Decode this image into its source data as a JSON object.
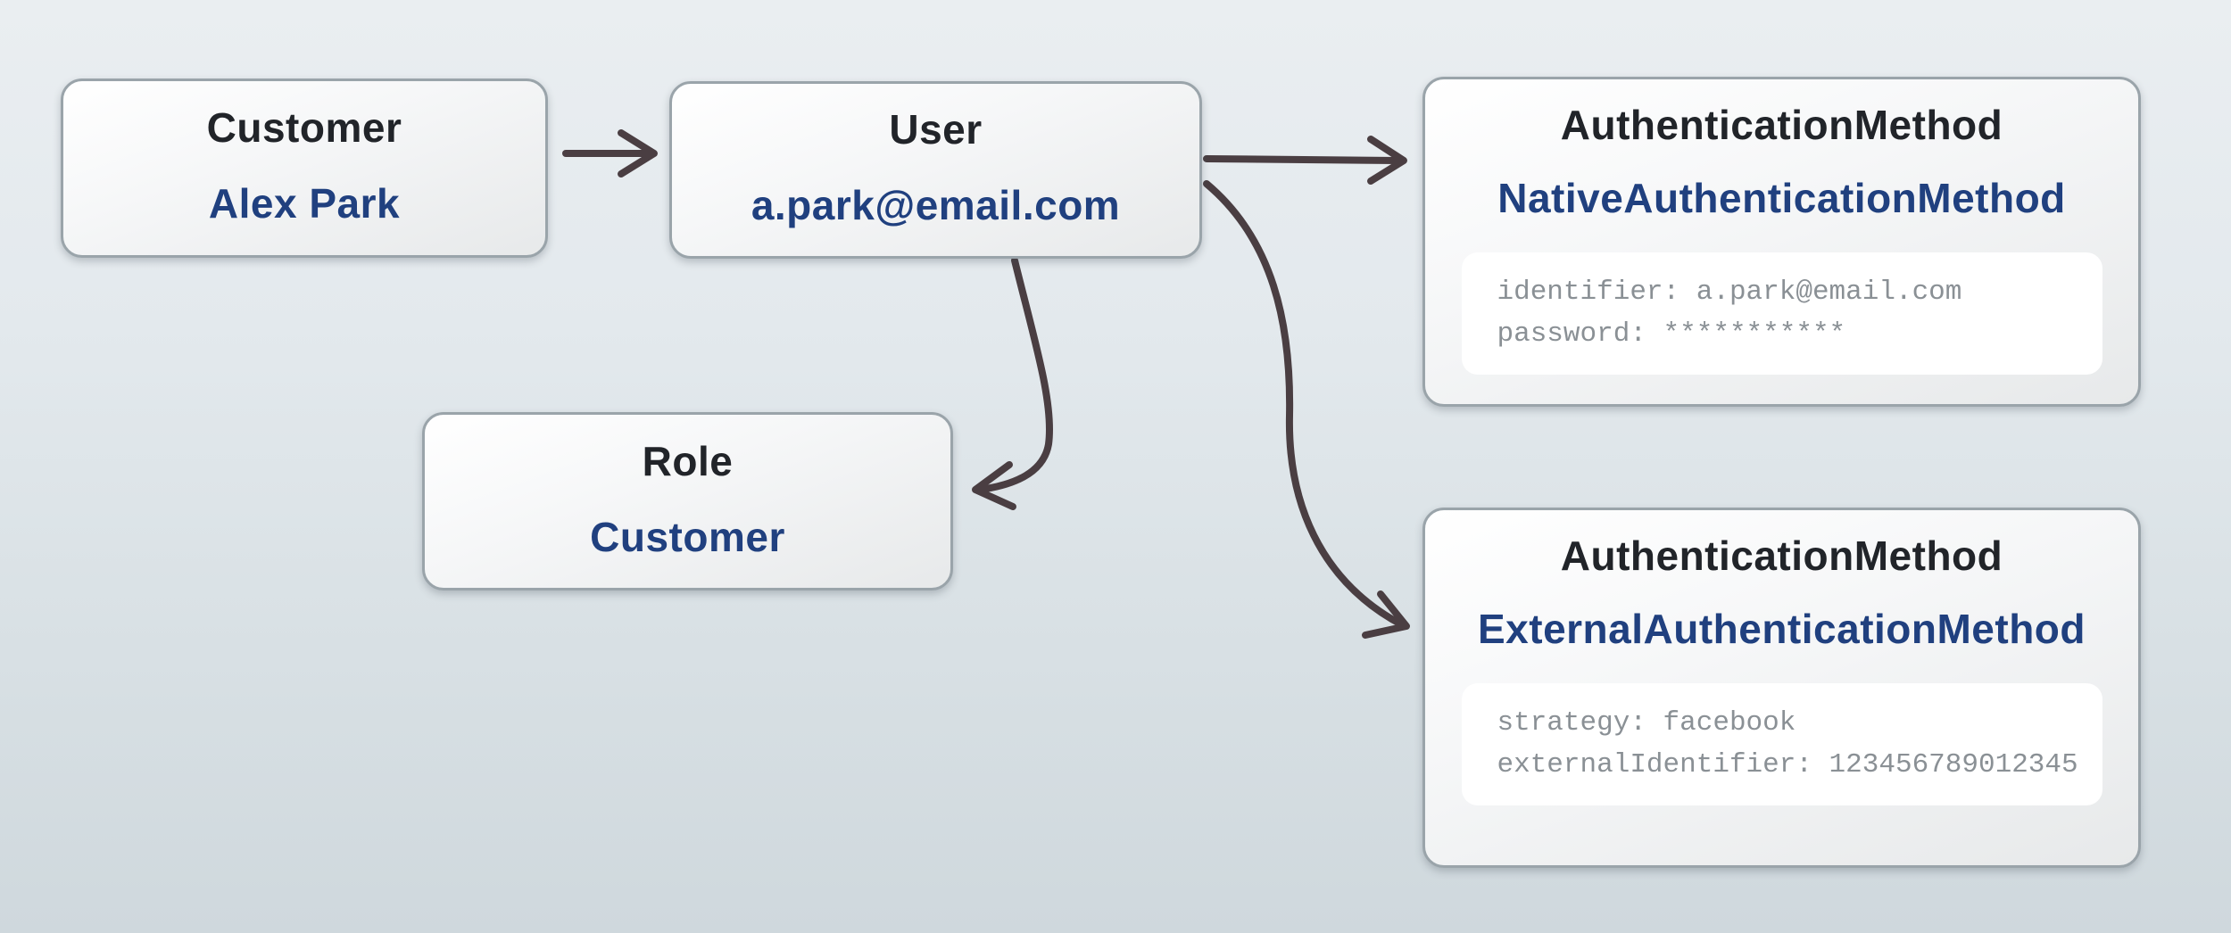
{
  "diagram": {
    "kind": "entity-relationship-diagram",
    "nodes": [
      {
        "id": "customer",
        "type": "Customer",
        "value": "Alex Park"
      },
      {
        "id": "user",
        "type": "User",
        "value": "a.park@email.com"
      },
      {
        "id": "role",
        "type": "Role",
        "value": "Customer"
      },
      {
        "id": "auth-native",
        "type": "AuthenticationMethod",
        "value": "NativeAuthenticationMethod",
        "attributes": [
          "identifier: a.park@email.com",
          "password: ***********"
        ]
      },
      {
        "id": "auth-external",
        "type": "AuthenticationMethod",
        "value": "ExternalAuthenticationMethod",
        "attributes": [
          "strategy: facebook",
          "externalIdentifier: 123456789012345"
        ]
      }
    ],
    "edges": [
      {
        "from": "customer",
        "to": "user"
      },
      {
        "from": "user",
        "to": "auth-native"
      },
      {
        "from": "user",
        "to": "role"
      },
      {
        "from": "user",
        "to": "auth-external"
      }
    ],
    "colors": {
      "background_top": "#eaeef1",
      "background_bottom": "#cfd8dd",
      "node_border": "#9aa4aa",
      "node_fill_top": "#ffffff",
      "node_fill_bottom": "#e7e9ea",
      "type_text": "#212429",
      "value_text": "#20407f",
      "attribute_text": "#8a9095",
      "attribute_panel": "#ffffff",
      "arrow": "#4a3e42"
    }
  }
}
